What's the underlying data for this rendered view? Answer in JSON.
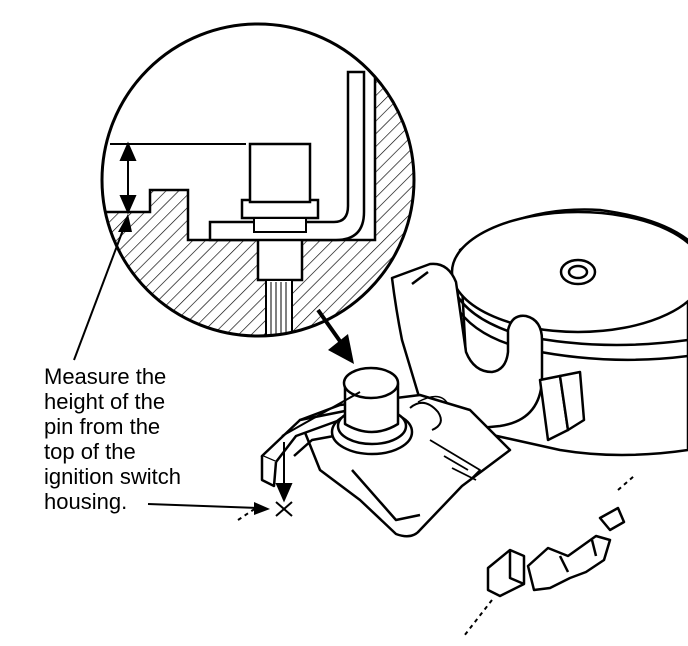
{
  "callout": {
    "lines": [
      "Measure the",
      "height of the",
      "pin from the",
      "top of the",
      "ignition switch",
      "housing."
    ]
  },
  "colors": {
    "ink": "#000000",
    "paper": "#ffffff"
  }
}
